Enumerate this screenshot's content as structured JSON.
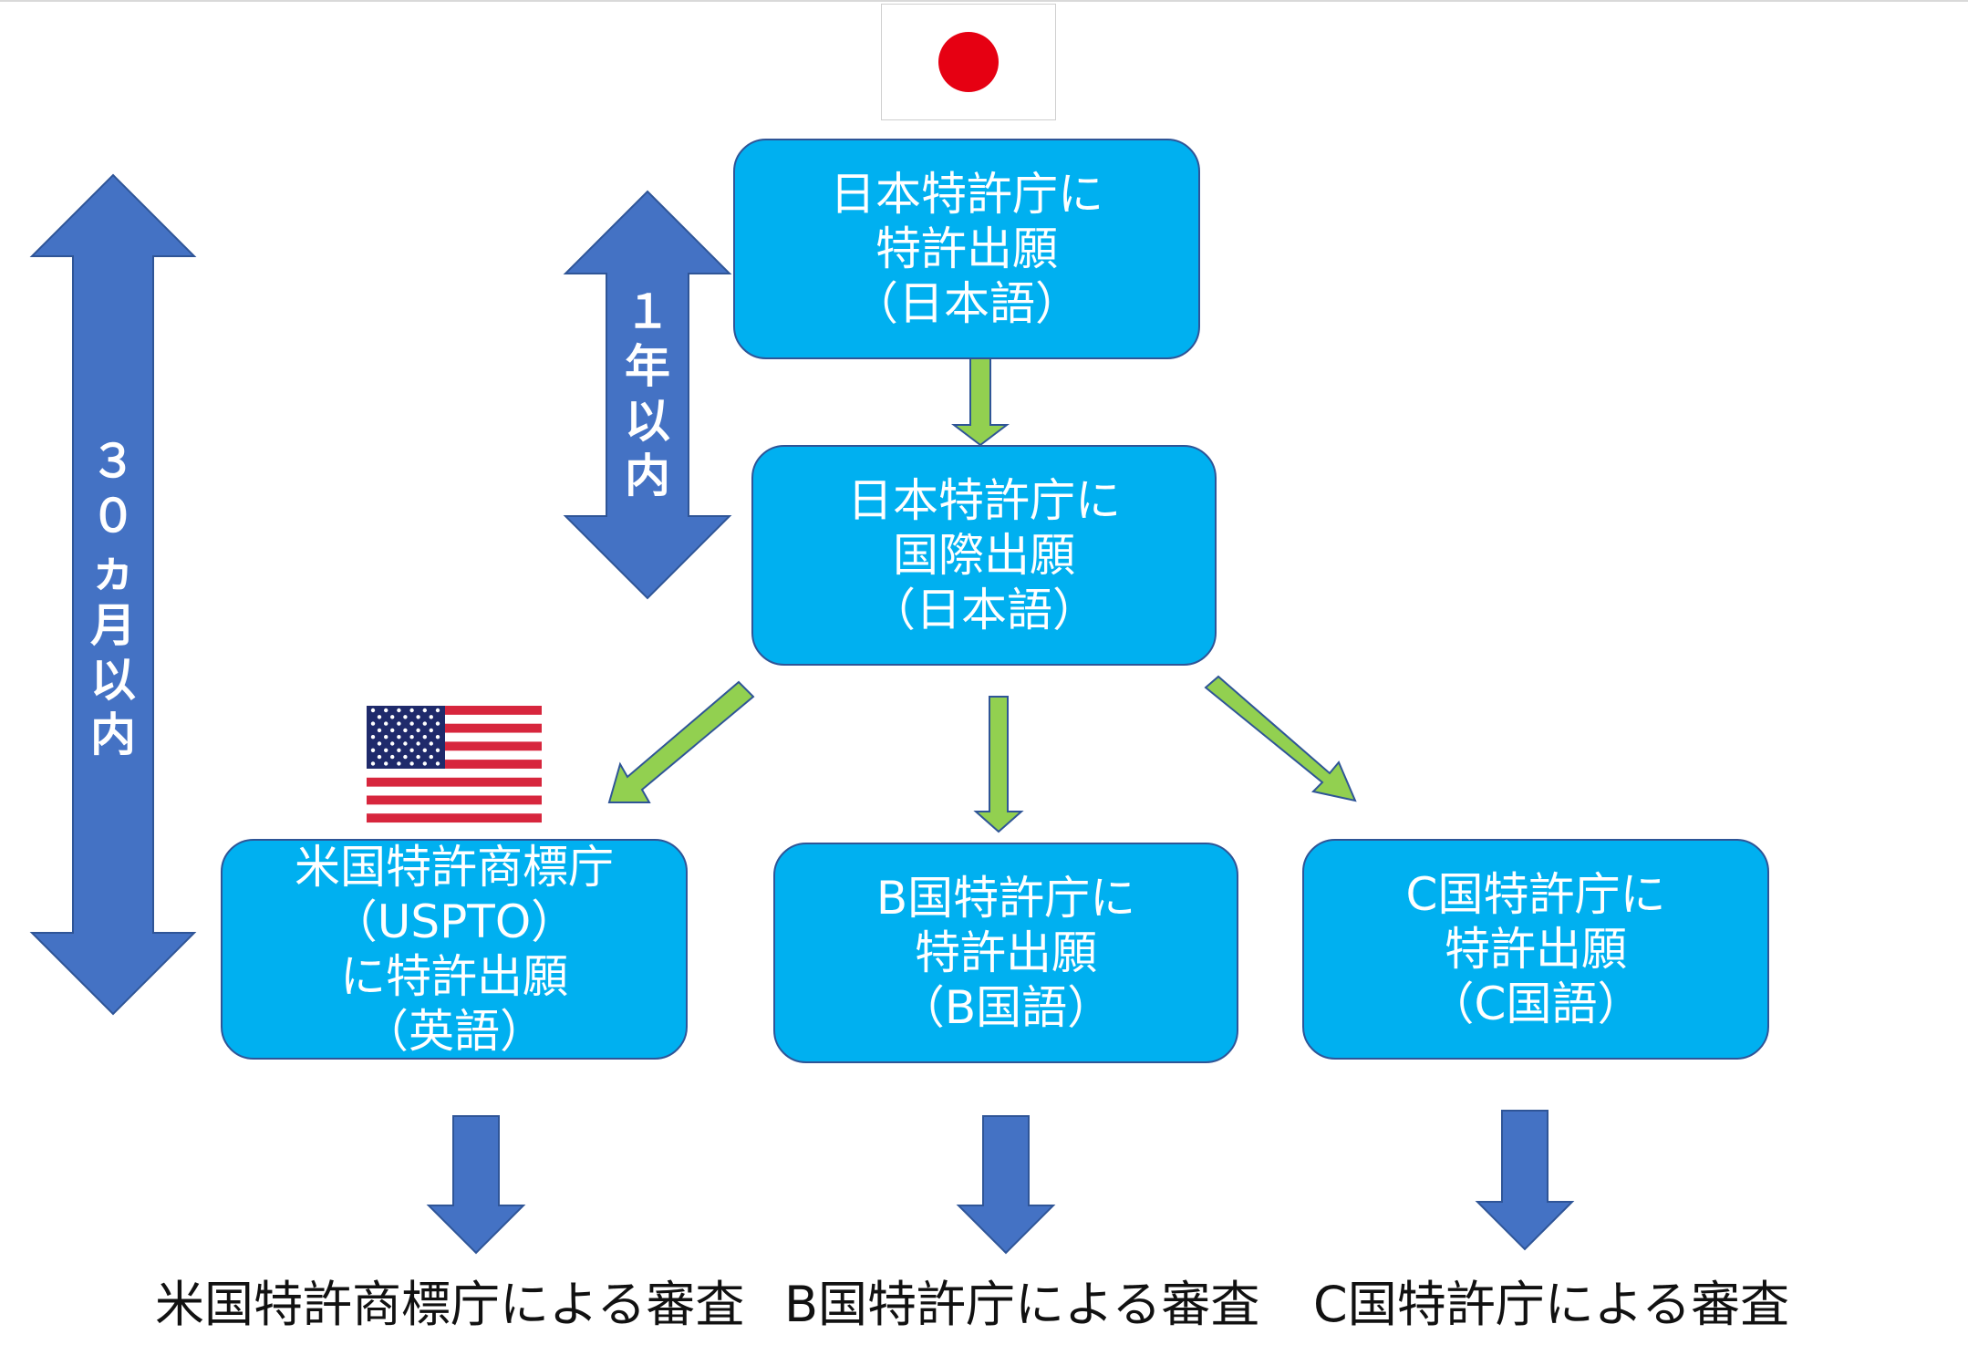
{
  "boxes": {
    "jp_patent": [
      "日本特許庁に",
      "特許出願",
      "（日本語）"
    ],
    "jp_pct": [
      "日本特許庁に",
      "国際出願",
      "（日本語）"
    ],
    "us": [
      "米国特許商標庁",
      "（USPTO）",
      "に特許出願",
      "（英語）"
    ],
    "b": [
      "B国特許庁に",
      "特許出願",
      "（B国語）"
    ],
    "c": [
      "C国特許庁に",
      "特許出願",
      "（C国語）"
    ]
  },
  "periods": {
    "one_year": [
      "１",
      "年",
      "以",
      "内"
    ],
    "thirty_months": [
      "３",
      "０",
      "ヵ",
      "月",
      "以",
      "内"
    ]
  },
  "examinations": {
    "us": "米国特許商標庁による審査",
    "b": "B国特許庁による審査",
    "c": "C国特許庁による審査"
  },
  "colors": {
    "box_fill": "#00b0f0",
    "box_border": "#2f5597",
    "blue_arrow": "#4472c4",
    "green_arrow": "#92d050",
    "flag_red": "#e60012",
    "us_red": "#d7263d",
    "us_blue": "#1f2a6b"
  },
  "icons": {
    "japan_flag": "japan-flag-icon",
    "us_flag": "us-flag-icon"
  }
}
